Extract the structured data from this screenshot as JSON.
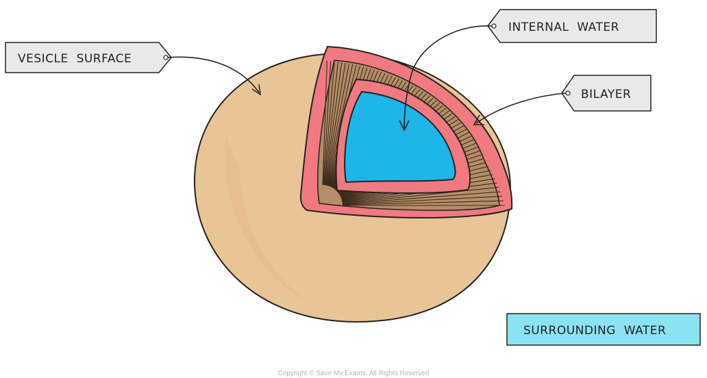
{
  "labels": {
    "vesicle_surface": "VESICLE  SURFACE",
    "internal_water": "INTERNAL  WATER",
    "bilayer": "BILAYER",
    "surrounding_water": "SURROUNDING  WATER"
  },
  "copyright": "Copyright © Save My Exams. All Rights Reserved",
  "colors": {
    "vesicle_surface": "#e9c497",
    "bilayer_outer_head": "#f07a80",
    "bilayer_tails": "#b58d68",
    "internal_water": "#1eb6e8",
    "surrounding_water_box": "#8be3f2",
    "tag_fill": "#e9e9e9",
    "outline": "#222222"
  }
}
